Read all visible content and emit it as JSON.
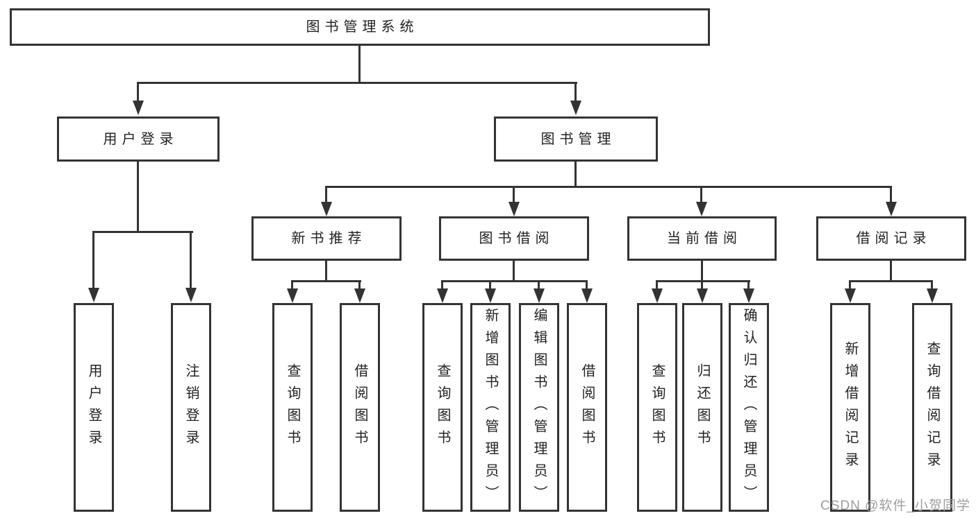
{
  "diagram": {
    "title": "图书管理系统",
    "branches": [
      {
        "label": "用户登录",
        "children": [
          "用户登录",
          "注销登录"
        ]
      },
      {
        "label": "图书管理",
        "children": [
          {
            "label": "新书推荐",
            "children": [
              "查询图书",
              "借阅图书"
            ]
          },
          {
            "label": "图书借阅",
            "children": [
              "查询图书",
              "新增图书（管理员）",
              "编辑图书（管理员）",
              "借阅图书"
            ]
          },
          {
            "label": "当前借阅",
            "children": [
              "查询图书",
              "归还图书",
              "确认归还（管理员）"
            ]
          },
          {
            "label": "借阅记录",
            "children": [
              "新增借阅记录",
              "查询借阅记录"
            ]
          }
        ]
      }
    ]
  },
  "watermark": {
    "text": "CSDN @软件_小贺同学"
  },
  "colors": {
    "line": "#333333",
    "text": "#222222",
    "watermark": "#9e9e9e",
    "background": "#ffffff"
  }
}
